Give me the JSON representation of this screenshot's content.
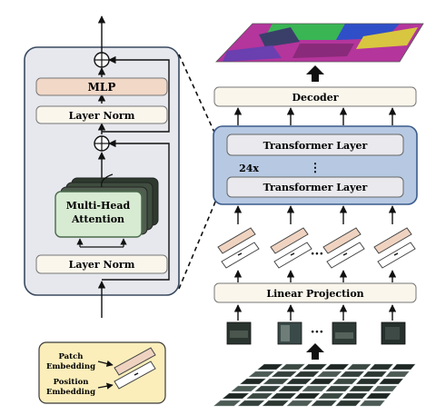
{
  "encoder_block": {
    "mlp": "MLP",
    "layer_norm_top": "Layer Norm",
    "attention_line1": "Multi-Head",
    "attention_line2": "Attention",
    "layer_norm_bottom": "Layer Norm",
    "plus_symbol": "+"
  },
  "legend": {
    "patch_line1": "Patch",
    "patch_line2": "Embedding",
    "position_line1": "Position",
    "position_line2": "Embedding"
  },
  "pipeline": {
    "decoder": "Decoder",
    "transformer_layer_top": "Transformer Layer",
    "transformer_layer_bottom": "Transformer Layer",
    "repeat_count": "24x",
    "vertical_ellipsis": "⋮",
    "linear_projection": "Linear Projection",
    "ellipsis": "···"
  },
  "colors": {
    "encoder_panel_fill": "#e6e8ed",
    "encoder_panel_border": "#3a4a60",
    "mlp_fill": "#f2d8c7",
    "box_fill": "#faf6ec",
    "attention_fill": "#d7ead2",
    "attention_border": "#4a6a4a",
    "transformer_fill": "#b7c9e2",
    "transformer_border": "#3b5b8c",
    "legend_fill": "#fbeebb",
    "embedding_fill": "#efd3c0",
    "output_magenta": "#b4359c",
    "output_green": "#39b554",
    "output_blue": "#2f4fc8"
  }
}
